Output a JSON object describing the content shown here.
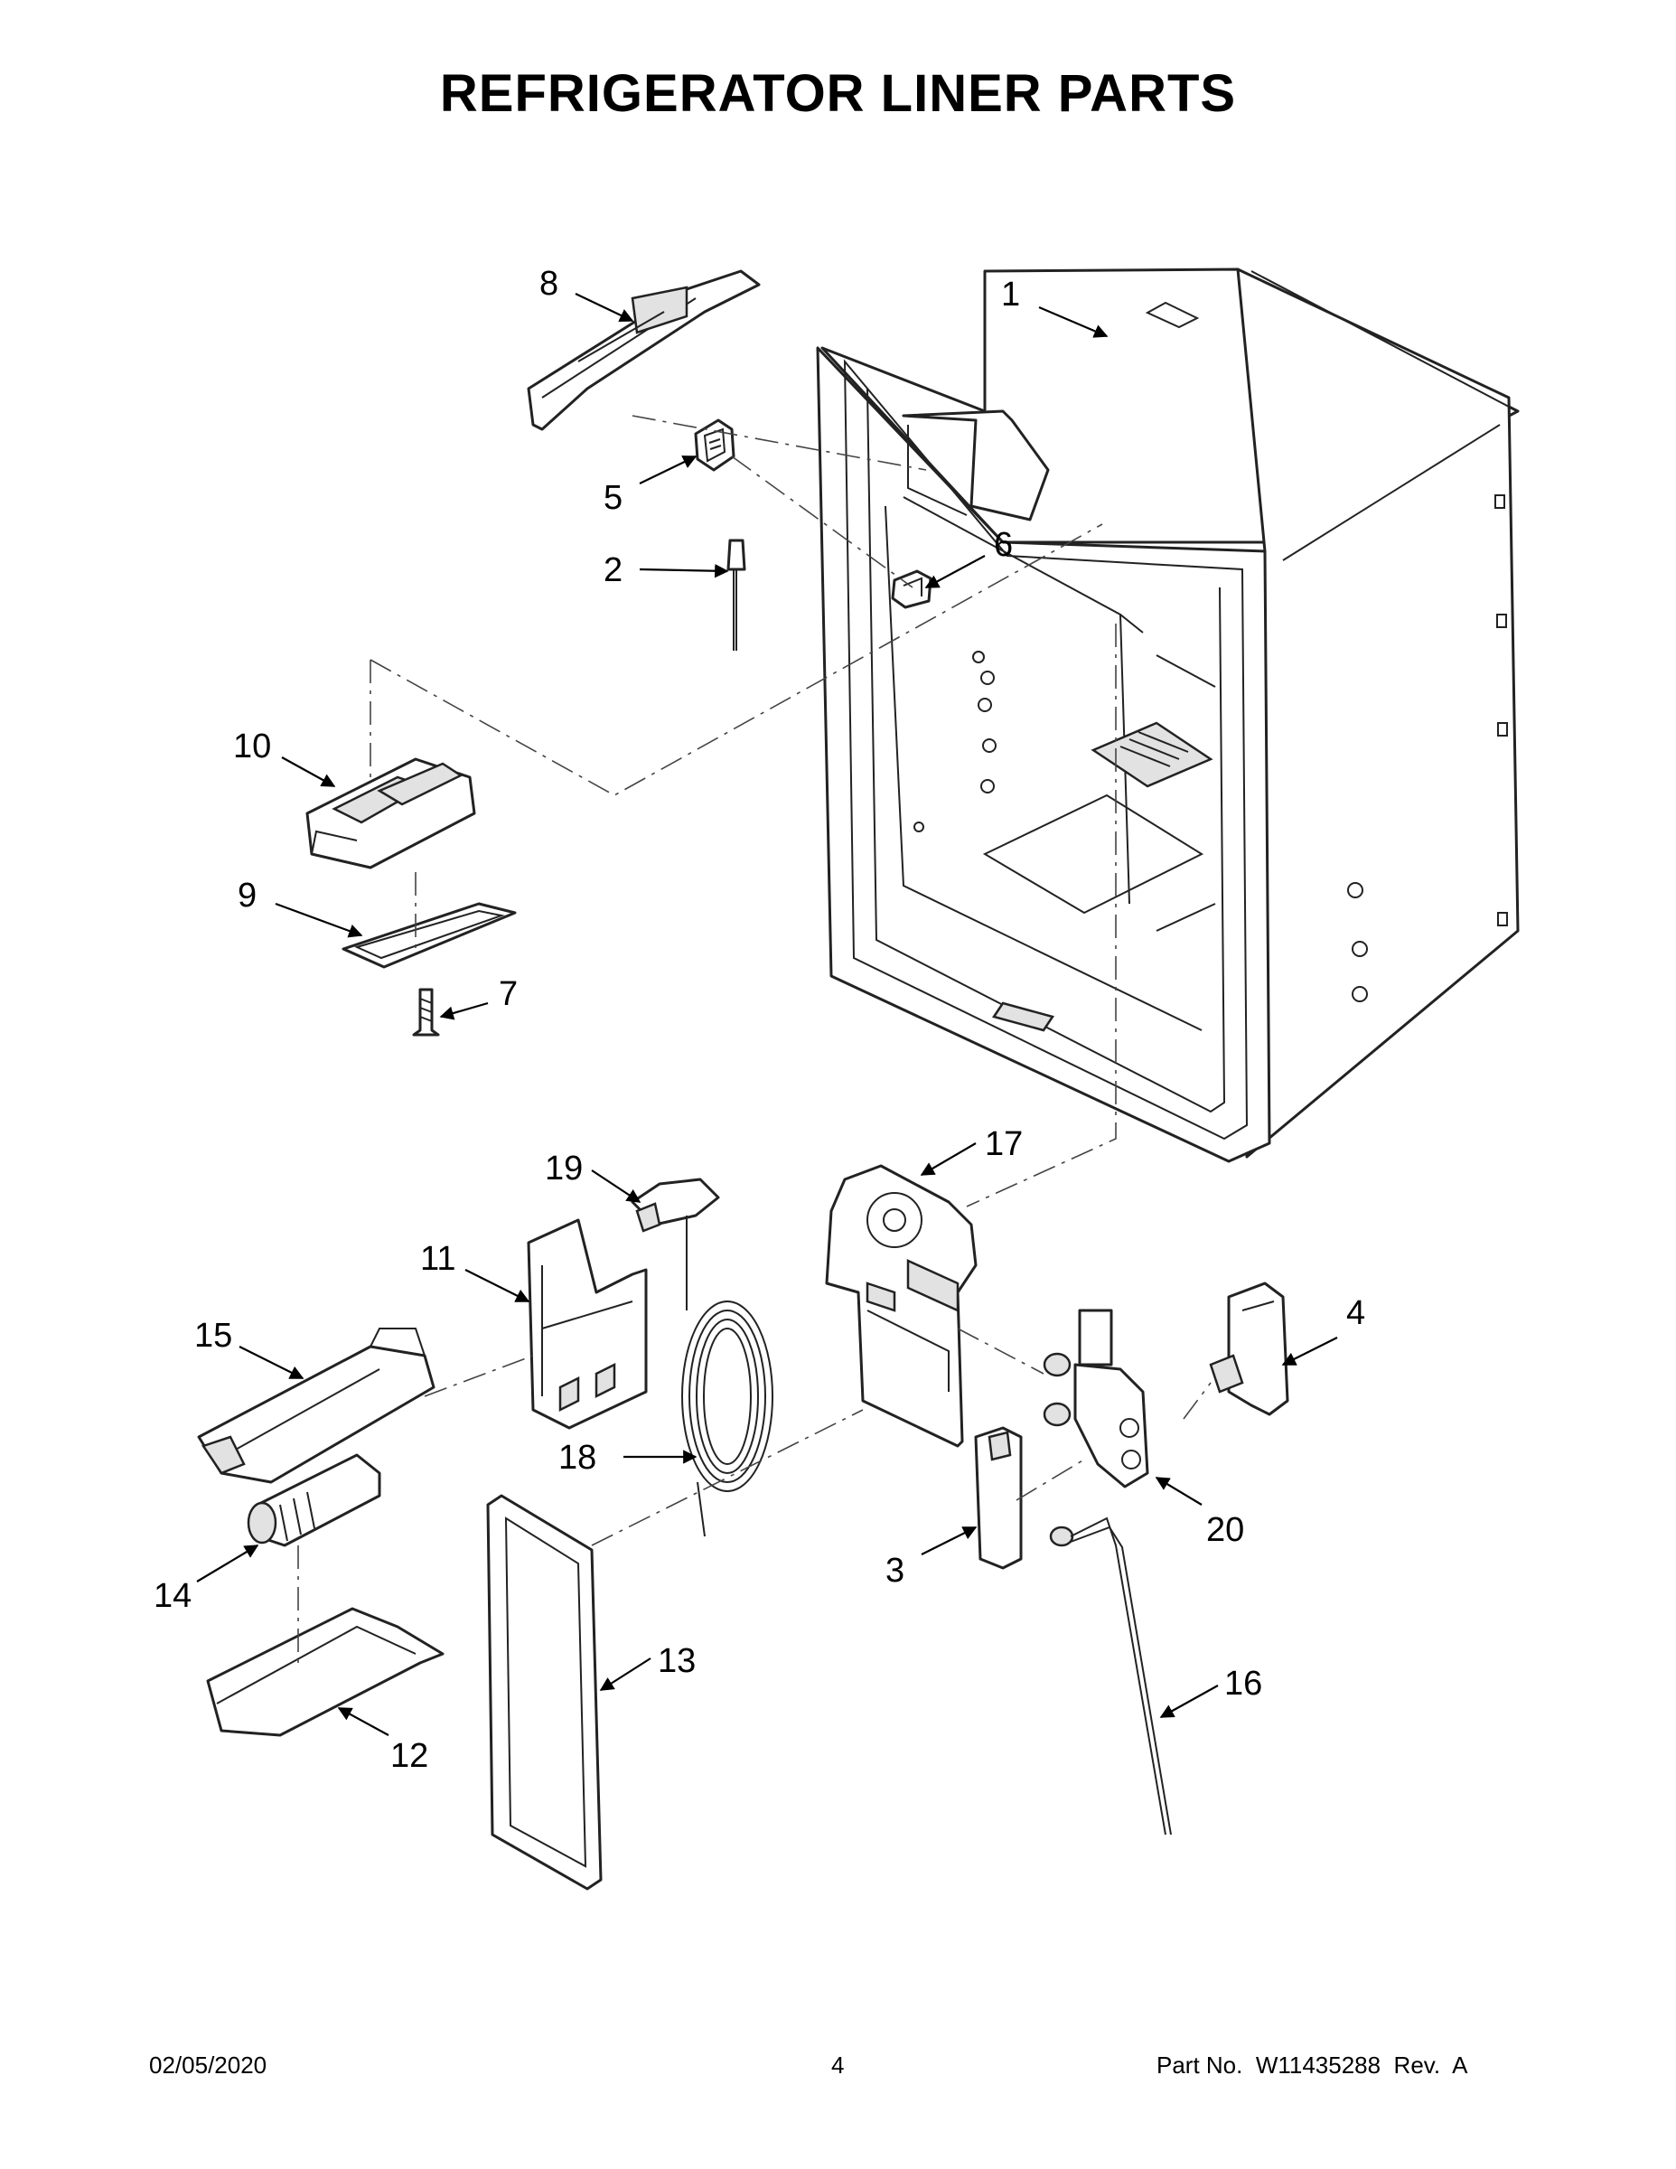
{
  "page": {
    "title": "REFRIGERATOR LINER PARTS"
  },
  "callouts": [
    {
      "id": "1",
      "label": "1"
    },
    {
      "id": "2",
      "label": "2"
    },
    {
      "id": "3",
      "label": "3"
    },
    {
      "id": "4",
      "label": "4"
    },
    {
      "id": "5",
      "label": "5"
    },
    {
      "id": "6",
      "label": "6"
    },
    {
      "id": "7",
      "label": "7"
    },
    {
      "id": "8",
      "label": "8"
    },
    {
      "id": "9",
      "label": "9"
    },
    {
      "id": "10",
      "label": "10"
    },
    {
      "id": "11",
      "label": "11"
    },
    {
      "id": "12",
      "label": "12"
    },
    {
      "id": "13",
      "label": "13"
    },
    {
      "id": "14",
      "label": "14"
    },
    {
      "id": "15",
      "label": "15"
    },
    {
      "id": "16",
      "label": "16"
    },
    {
      "id": "17",
      "label": "17"
    },
    {
      "id": "18",
      "label": "18"
    },
    {
      "id": "19",
      "label": "19"
    },
    {
      "id": "20",
      "label": "20"
    }
  ],
  "footer": {
    "date": "02/05/2020",
    "page_number": "4",
    "part_number": "Part No.  W11435288  Rev.  A"
  }
}
